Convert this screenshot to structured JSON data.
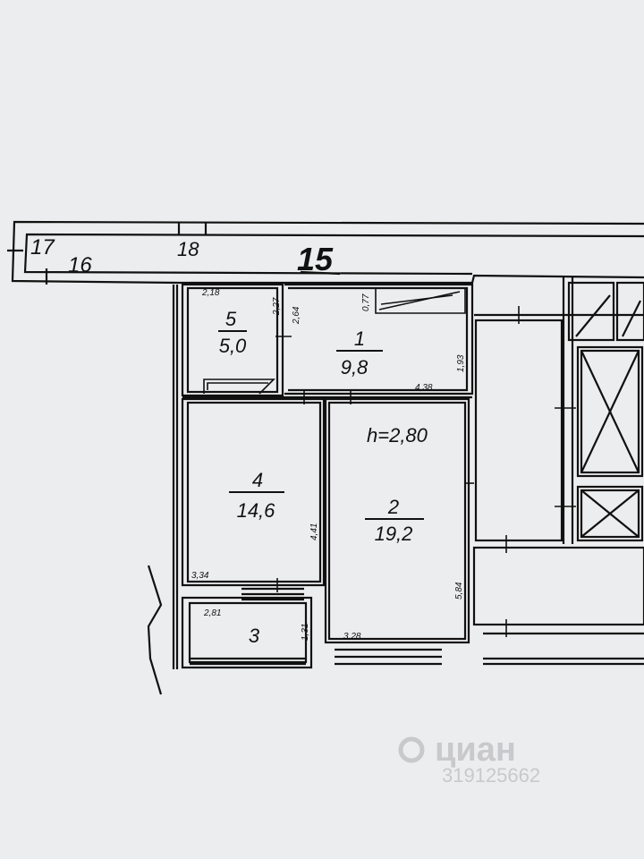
{
  "plan": {
    "floor_number": "15",
    "ceiling_height": "h=2,80",
    "rooms": [
      {
        "number": "1",
        "area": "9,8"
      },
      {
        "number": "2",
        "area": "19,2"
      },
      {
        "number": "3"
      },
      {
        "number": "4",
        "area": "14,6"
      },
      {
        "number": "5",
        "area": "5,0"
      }
    ],
    "corridor_labels": [
      "17",
      "16",
      "18"
    ],
    "dimensions": {
      "r5_width": "2,18",
      "r5_depth": "2,27",
      "r1_a": "2,64",
      "r1_b": "0,77",
      "r1_c": "1,93",
      "r1_width": "4,38",
      "r4_height": "4,41",
      "r4_width": "3,34",
      "r2_depth": "5,84",
      "r2_width": "3,28",
      "r3_width": "2,81",
      "r3_depth": "1,31"
    }
  },
  "watermark": {
    "brand": "циан",
    "id": "319125662"
  },
  "colors": {
    "background": "#ecedee",
    "line": "#111111",
    "watermark": "#c9c9cc"
  }
}
